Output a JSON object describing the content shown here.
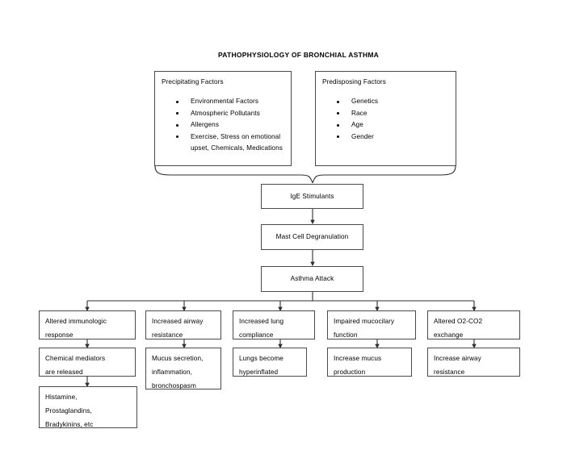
{
  "diagram": {
    "title": "PATHOPHYSIOLOGY OF BRONCHIAL ASTHMA",
    "type": "flowchart",
    "accent_color": "#4a4a4a",
    "background": "#ffffff",
    "panels": [
      {
        "id": "precipitating-factors",
        "heading": "Precipitating Factors",
        "items": [
          "Environmental Factors",
          "Atmospheric Pollutants",
          "Allergens",
          "Exercise, Stress on emotional upset, Chemicals, Medications"
        ]
      },
      {
        "id": "predisposing-factors",
        "heading": "Predisposing Factors",
        "items": [
          "Genetics",
          "Race",
          "Age",
          "Gender"
        ]
      }
    ],
    "spine": [
      {
        "id": "ige-stimulants",
        "label": "IgE Stimulants"
      },
      {
        "id": "mast-cell-degranulation",
        "label": "Mast Cell Degranulation"
      },
      {
        "id": "asthma-attack",
        "label": "Asthma Attack"
      }
    ],
    "branches": [
      {
        "id": "branch-immunologic",
        "level1": "Altered immunologic\nresponse",
        "level2": "Chemical mediators\nare released",
        "level3": "Histamine,\nProstaglandins,\nBradykinins, etc"
      },
      {
        "id": "branch-airway-resistance",
        "level1": "Increased airway\nresistance",
        "level2": "Mucus secretion,\ninflammation,\nbronchospasm",
        "level3": null
      },
      {
        "id": "branch-lung-compliance",
        "level1": "Increased lung\ncompliance",
        "level2": "Lungs become\nhyperinflated",
        "level3": null
      },
      {
        "id": "branch-mucociliary",
        "level1": "Impaired mucocilary\nfunction",
        "level2": "Increase mucus\nproduction",
        "level3": null
      },
      {
        "id": "branch-gas-exchange",
        "level1": "Altered O2-CO2\nexchange",
        "level2": "Increase airway\nresistance",
        "level3": null
      }
    ]
  }
}
